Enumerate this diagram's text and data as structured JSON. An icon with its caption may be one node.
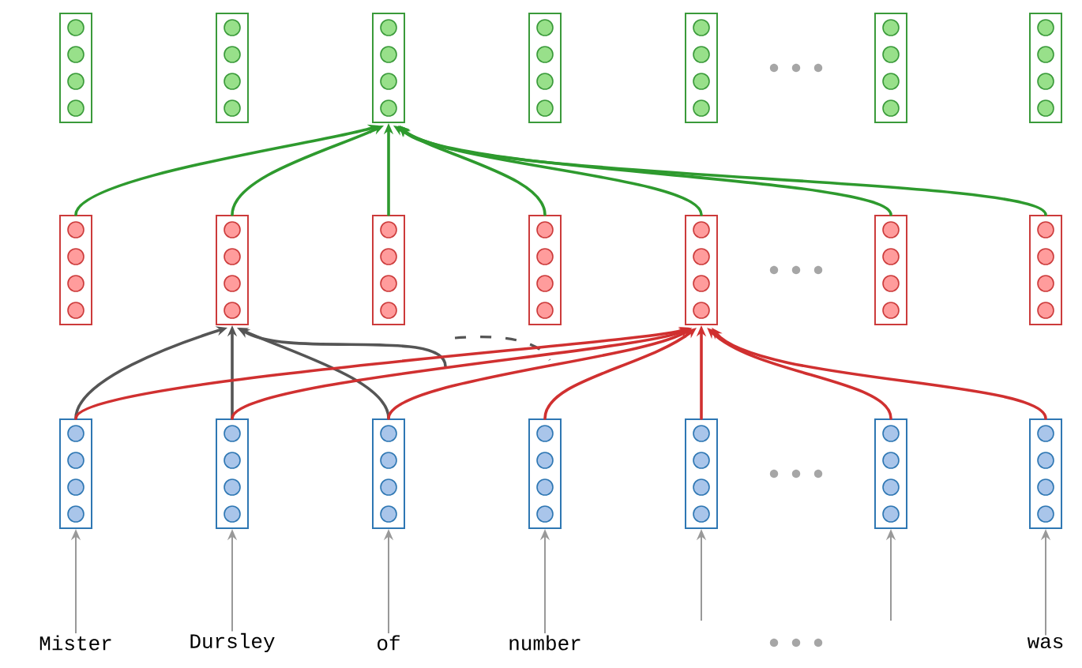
{
  "diagram": {
    "nodes": [
      {
        "text": [],
        "shape": "box"
      },
      {
        "text": [],
        "shape": "box"
      },
      {
        "text": [],
        "shape": "box"
      },
      {
        "text": [],
        "shape": "box"
      },
      {
        "text": [],
        "shape": "box"
      },
      {
        "text": [],
        "shape": "box"
      },
      {
        "text": [],
        "shape": "box"
      },
      {
        "text": [],
        "shape": "box"
      },
      {
        "text": [],
        "shape": "box"
      },
      {
        "text": [],
        "shape": "box"
      },
      {
        "text": [],
        "shape": "box"
      },
      {
        "text": [],
        "shape": "box"
      },
      {
        "text": [],
        "shape": "box"
      },
      {
        "text": [],
        "shape": "box"
      },
      {
        "text": [],
        "shape": "box"
      },
      {
        "text": [],
        "shape": "box"
      },
      {
        "text": [],
        "shape": "box"
      },
      {
        "text": [],
        "shape": "box"
      },
      {
        "text": [],
        "shape": "box"
      },
      {
        "text": [],
        "shape": "box"
      },
      {
        "text": [],
        "shape": "box"
      },
      {
        "text": [
          "Mister"
        ]
      },
      {
        "text": [
          "Dursley"
        ]
      },
      {
        "text": [
          "of"
        ]
      },
      {
        "text": [
          "number"
        ]
      },
      {
        "text": [
          "was"
        ]
      }
    ],
    "edges": [
      {
        "from": 21,
        "to": 14,
        "arrow": "to"
      },
      {
        "from": 22,
        "to": 15,
        "arrow": "to"
      },
      {
        "from": 23,
        "to": 16,
        "arrow": "to"
      },
      {
        "from": 24,
        "to": 17,
        "arrow": "to"
      },
      {
        "from": null,
        "to": 18,
        "arrow": "to"
      },
      {
        "from": null,
        "to": 19,
        "arrow": "to"
      },
      {
        "from": 25,
        "to": 20,
        "arrow": "to"
      },
      {
        "from": 7,
        "to": 2,
        "arrow": "to",
        "color": "#2e9a2e"
      },
      {
        "from": 8,
        "to": 2,
        "arrow": "to",
        "color": "#2e9a2e"
      },
      {
        "from": 9,
        "to": 2,
        "arrow": "to",
        "color": "#2e9a2e"
      },
      {
        "from": 10,
        "to": 2,
        "arrow": "to",
        "color": "#2e9a2e"
      },
      {
        "from": 11,
        "to": 2,
        "arrow": "to",
        "color": "#2e9a2e"
      },
      {
        "from": 12,
        "to": 2,
        "arrow": "to",
        "color": "#2e9a2e"
      },
      {
        "from": 13,
        "to": 2,
        "arrow": "to",
        "color": "#2e9a2e"
      },
      {
        "from": 14,
        "to": 8,
        "arrow": "to",
        "color": "#555555"
      },
      {
        "from": 15,
        "to": 8,
        "arrow": "to",
        "color": "#555555"
      },
      {
        "from": 16,
        "to": 8,
        "arrow": "to",
        "color": "#555555"
      },
      {
        "from": null,
        "to": 8,
        "arrow": "to",
        "color": "#555555"
      },
      {
        "from": 14,
        "to": 11,
        "arrow": "to",
        "color": "#d03030"
      },
      {
        "from": 15,
        "to": 11,
        "arrow": "to",
        "color": "#d03030"
      },
      {
        "from": 16,
        "to": 11,
        "arrow": "to",
        "color": "#d03030"
      },
      {
        "from": 17,
        "to": 11,
        "arrow": "to",
        "color": "#d03030"
      },
      {
        "from": 18,
        "to": 11,
        "arrow": "to",
        "color": "#d03030"
      },
      {
        "from": 19,
        "to": 11,
        "arrow": "to",
        "color": "#d03030"
      },
      {
        "from": 20,
        "to": 11,
        "arrow": "to",
        "color": "#d03030"
      }
    ]
  }
}
